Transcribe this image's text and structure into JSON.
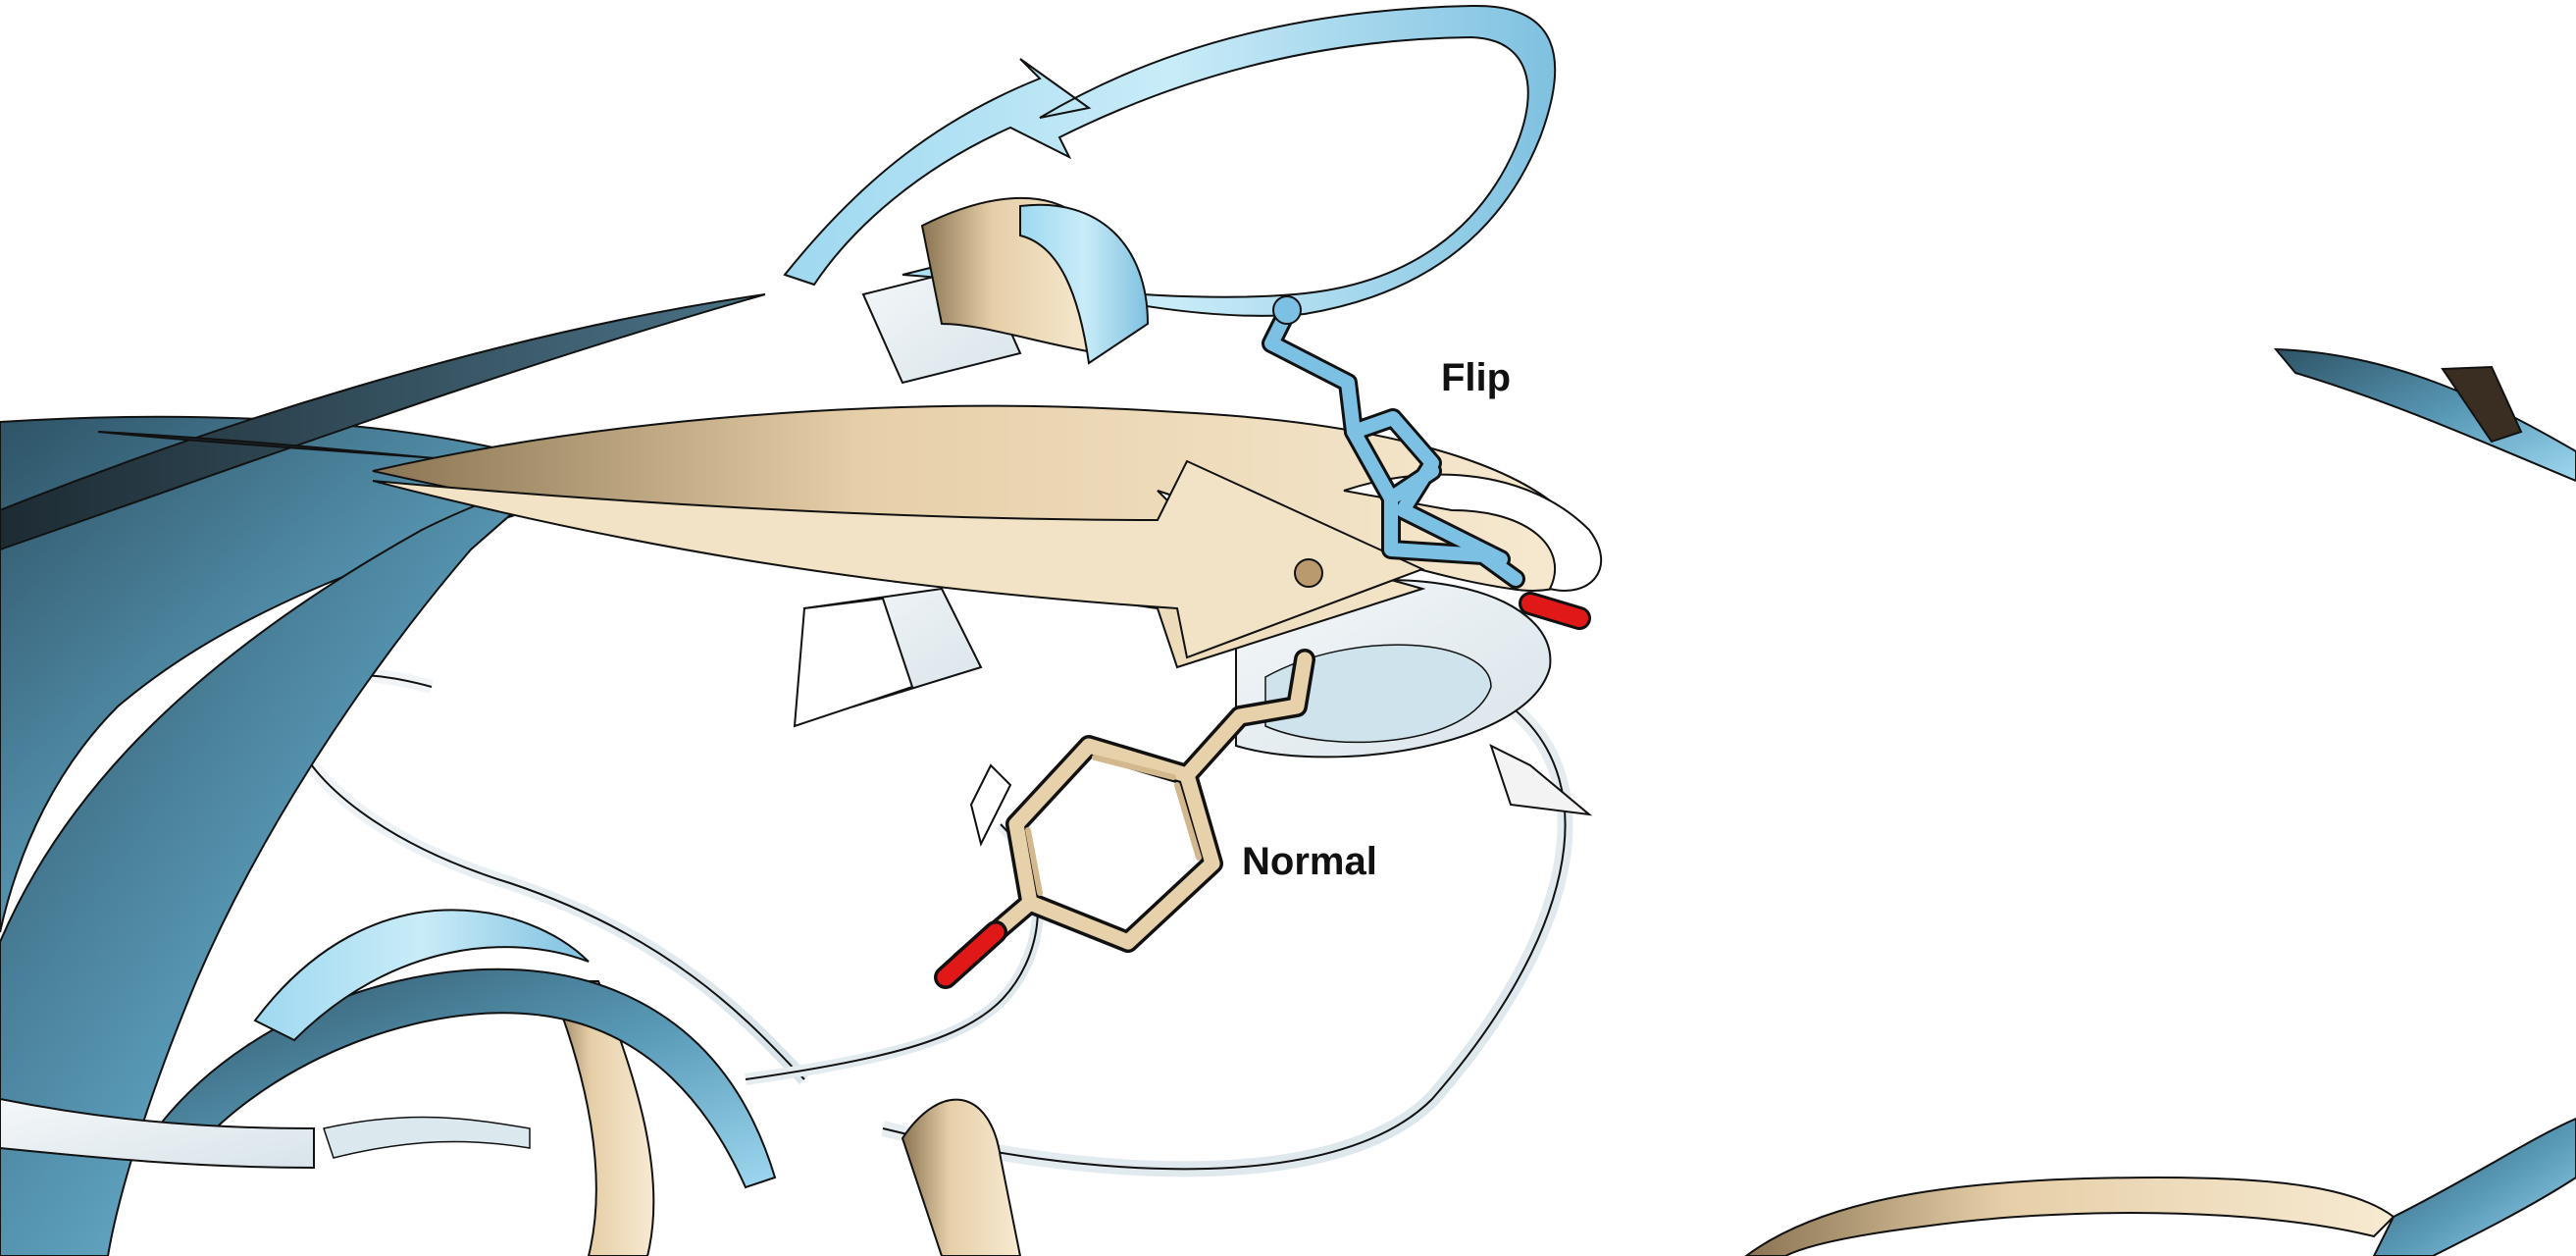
{
  "labels": {
    "flip": "Flip",
    "normal": "Normal"
  },
  "colors": {
    "blue_ribbon": "#86c8e6",
    "blue_dark": "#2e5366",
    "tan_ribbon": "#e6cfa8",
    "tan_dark": "#6b5a40",
    "pale_ribbon": "#e8eef2",
    "oxygen": "#e01818",
    "background": "#ffffff",
    "outline": "#000000"
  },
  "structures": {
    "flip_residue_color": "blue",
    "normal_residue_color": "tan"
  }
}
